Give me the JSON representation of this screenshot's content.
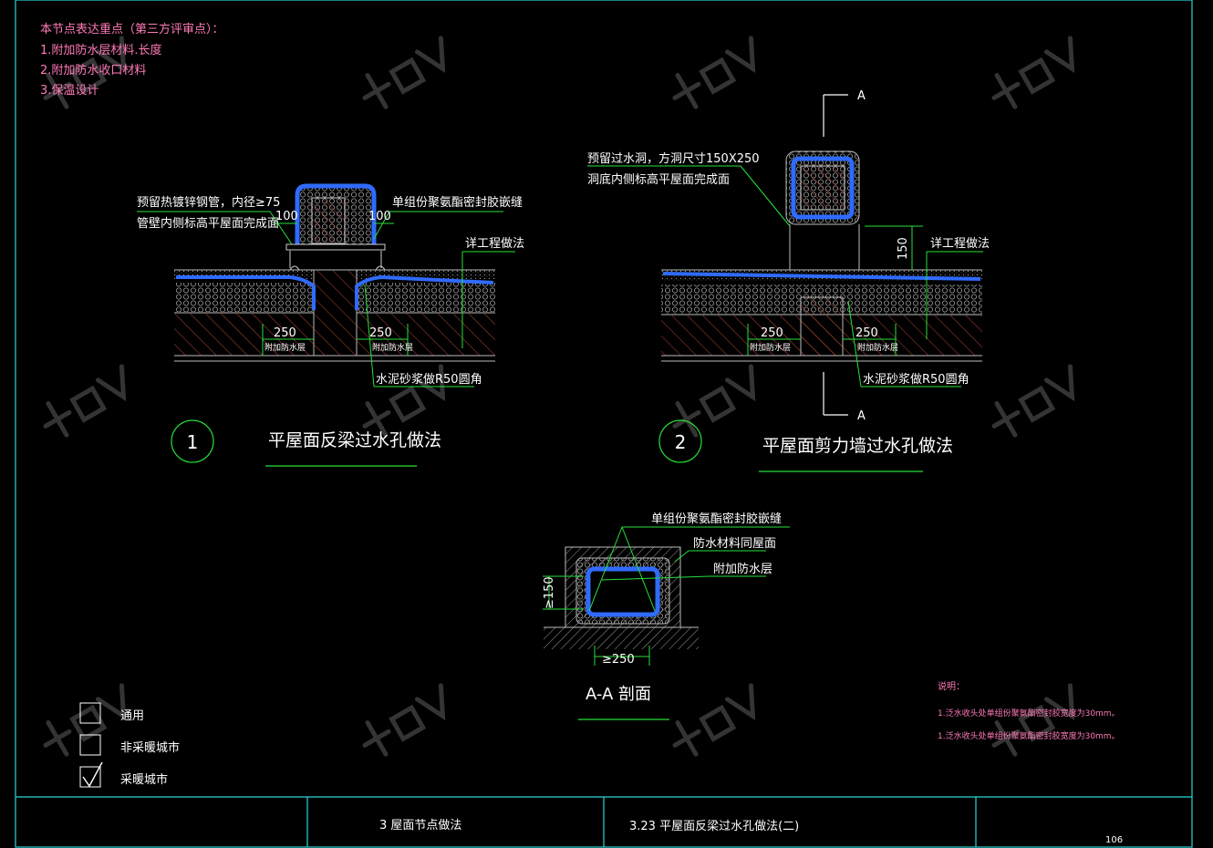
{
  "colors": {
    "frame": "#2ad6d6",
    "green": "#27e03a",
    "water": "#2f6bff",
    "hatch": "#c8503a",
    "label": "#ffffff",
    "note": "#ff7ab8"
  },
  "notes": {
    "heading": "本节点表达重点（第三方评审点）：",
    "items": [
      "1.附加防水层材料.长度",
      "2.附加防水收口材料",
      "3.保温设计"
    ]
  },
  "detail1": {
    "number": "1",
    "title": "平屋面反梁过水孔做法",
    "callout_left_1": "预留热镀锌钢管，内径≥75",
    "callout_left_2": "管壁内侧标高平屋面完成面",
    "callout_right": "单组份聚氨酯密封胶嵌缝",
    "callout_project": "详工程做法",
    "dim_left_top": "100",
    "dim_right_top": "100",
    "dim_left": "250",
    "dim_right": "250",
    "layer_left": "附加防水层",
    "layer_right": "附加防水层",
    "mortar": "水泥砂浆做R50圆角"
  },
  "detail2": {
    "number": "2",
    "title": "平屋面剪力墙过水孔做法",
    "callout_1": "预留过水洞，方洞尺寸150X250",
    "callout_2": "洞底内侧标高平屋面完成面",
    "callout_project": "详工程做法",
    "dim_height": "150",
    "dim_left": "250",
    "dim_right": "250",
    "layer_left": "附加防水层",
    "layer_right": "附加防水层",
    "mortar": "水泥砂浆做R50圆角",
    "section_top": "A",
    "section_bottom": "A"
  },
  "section": {
    "title": "A-A 剖面",
    "callout_1": "单组份聚氨酯密封胶嵌缝",
    "callout_2": "防水材料同屋面",
    "callout_3": "附加防水层",
    "dim_vertical": "≥150",
    "dim_horizontal": "≥250"
  },
  "legend": [
    "通用",
    "非采暖城市",
    "采暖城市"
  ],
  "explanation": {
    "heading": "说明：",
    "lines": [
      "1.泛水收头处单组份聚氨酯密封胶宽度为30mm。",
      "1.泛水收头处单组份聚氨酯密封胶宽度为30mm。"
    ]
  },
  "title_block": {
    "chapter": "3  屋面节点做法",
    "drawing": "3.23  平屋面反梁过水孔做法(二)",
    "page": "106"
  }
}
